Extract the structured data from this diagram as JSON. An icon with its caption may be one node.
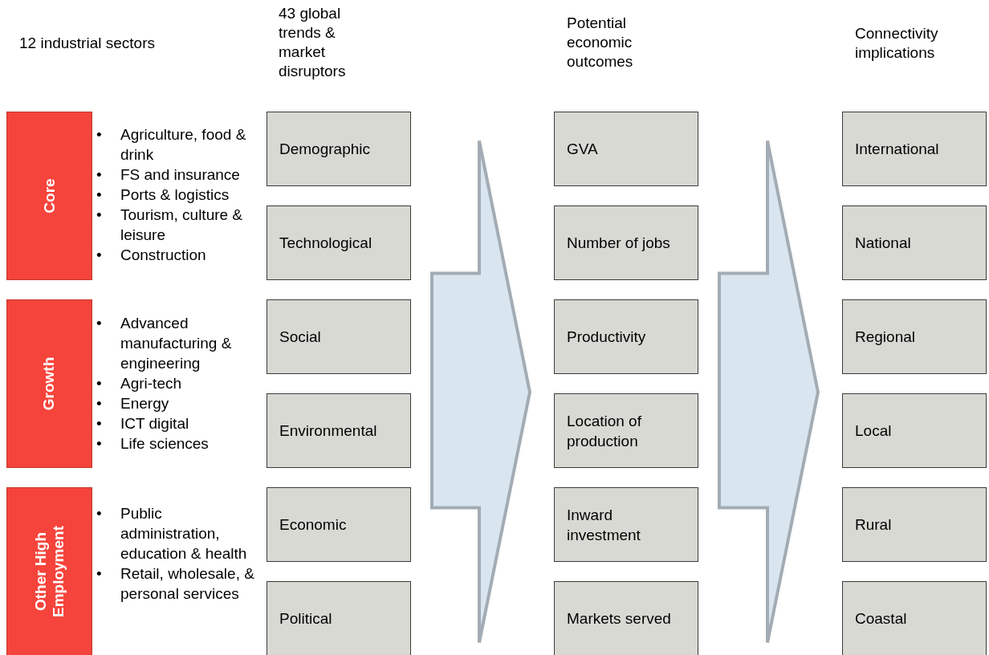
{
  "diagram": {
    "nodes": [
      {
        "text": [
          "Core"
        ],
        "beside": [
          "• Agriculture, food & drink",
          "• FS and insurance",
          "• Ports & logistics",
          "• Tourism, culture & leisure",
          "• Construction"
        ]
      },
      {
        "text": [
          "Growth"
        ],
        "beside": [
          "• Advanced manufacturing & engineering",
          "• Agri-tech",
          "• Energy",
          "• ICT digital",
          "• Life sciences"
        ]
      },
      {
        "text": [
          "Other High Employment"
        ],
        "beside": [
          "• Public administration, education & health",
          "• Retail, wholesale, & personal services"
        ]
      },
      {
        "text": [
          "Demographic"
        ]
      },
      {
        "text": [
          "Technological"
        ]
      },
      {
        "text": [
          "Social"
        ]
      },
      {
        "text": [
          "Environmental"
        ]
      },
      {
        "text": [
          "Economic"
        ]
      },
      {
        "text": [
          "Political"
        ]
      },
      {
        "text": [
          "GVA"
        ]
      },
      {
        "text": [
          "Number of jobs"
        ]
      },
      {
        "text": [
          "Productivity"
        ]
      },
      {
        "text": [
          "Location of production"
        ]
      },
      {
        "text": [
          "Inward investment"
        ]
      },
      {
        "text": [
          "Markets served"
        ]
      },
      {
        "text": [
          "International"
        ]
      },
      {
        "text": [
          "National"
        ]
      },
      {
        "text": [
          "Regional"
        ]
      },
      {
        "text": [
          "Local"
        ]
      },
      {
        "text": [
          "Rural"
        ]
      },
      {
        "text": [
          "Coastal"
        ]
      }
    ],
    "edges": [
      {
        "from": 6,
        "to": 12,
        "arrow": "to"
      },
      {
        "from": 12,
        "to": 18,
        "arrow": "to"
      }
    ],
    "labels": [
      "12 industrial sectors",
      "43 global trends & market disruptors",
      "Potential economic outcomes",
      "Connectivity implications"
    ]
  }
}
